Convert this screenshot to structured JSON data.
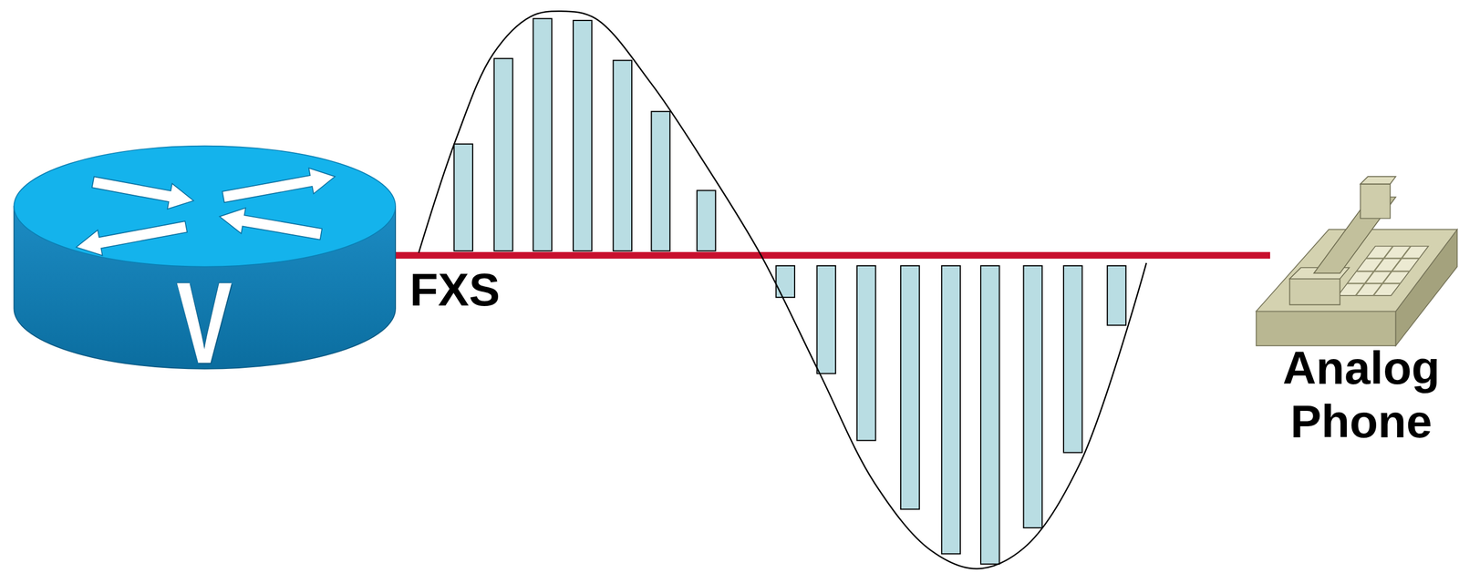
{
  "diagram": {
    "nodes": [
      {
        "text": [
          "FXS"
        ]
      },
      {
        "text": [
          "Analog Phone"
        ]
      }
    ],
    "edges": [
      {
        "from": 0,
        "to": 1,
        "arrow": "none"
      }
    ],
    "labels": [
      "V"
    ]
  }
}
